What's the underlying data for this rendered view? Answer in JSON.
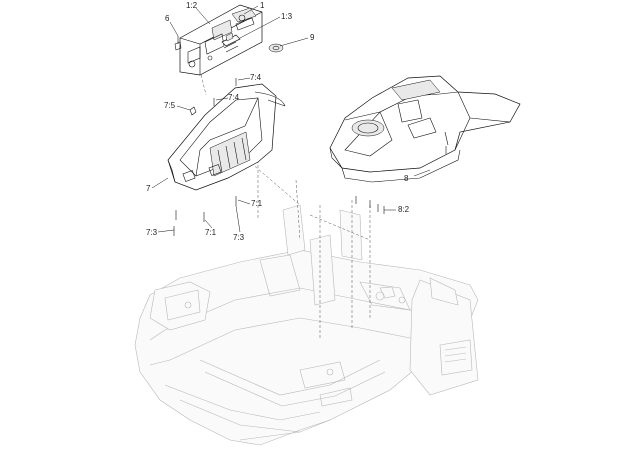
{
  "diagram": {
    "callouts": [
      "1",
      "1:2",
      "1:3",
      "6",
      "9",
      "7:4",
      "7:4",
      "7:5",
      "7",
      "7:1",
      "7:3",
      "7:1",
      "7:3",
      "8",
      "8:2"
    ]
  }
}
